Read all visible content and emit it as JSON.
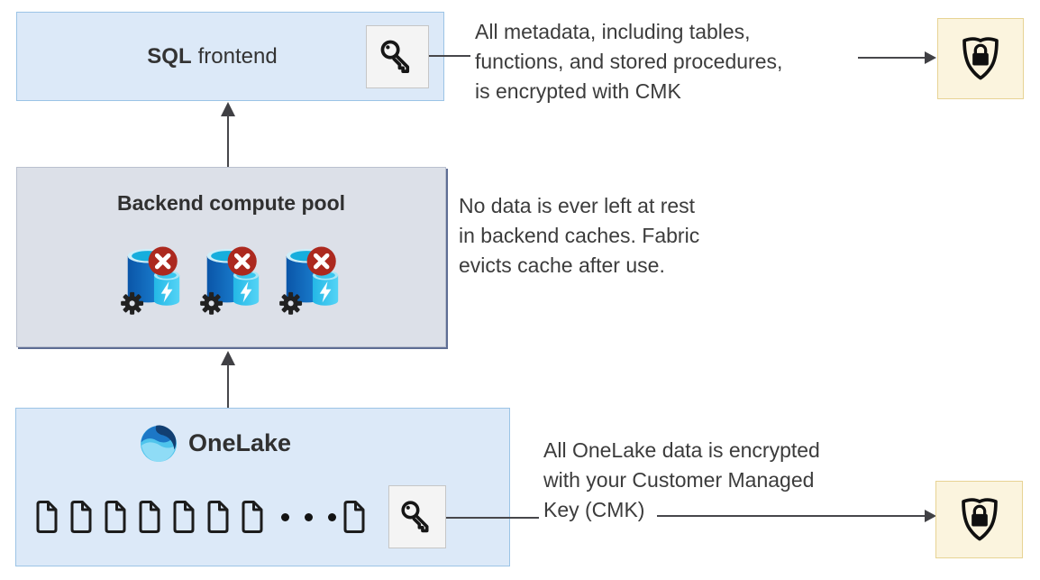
{
  "diagram": {
    "sql_frontend": {
      "title_bold": "SQL",
      "title_rest": "frontend"
    },
    "backend_pool": {
      "title": "Backend compute pool"
    },
    "onelake": {
      "title": "OneLake"
    },
    "annotations": {
      "metadata_cmk": "All metadata, including tables,\nfunctions, and stored procedures,\nis encrypted with CMK",
      "backend_cache": "No data is ever left at rest\nin backend caches. Fabric\nevicts cache after use.",
      "onelake_cmk": "All OneLake data is encrypted\nwith your Customer Managed\nKey (CMK)"
    },
    "icons": {
      "key": "customer-managed-key",
      "shield_lock": "encryption-shield",
      "compute_node": "compute-node-cache-evicted",
      "document": "data-file",
      "onelake_logo": "onelake-logo",
      "ellipsis": "more-files"
    },
    "colors": {
      "box_blue_fill": "#dce9f8",
      "box_blue_border": "#9cc4e6",
      "box_gray_fill": "#dce0e8",
      "box_gray_shadow": "#5e6d94",
      "box_cream_fill": "#fbf4de",
      "box_cream_border": "#e7d394",
      "chip_fill": "#f4f4f4",
      "arrow": "#404044",
      "badge_red": "#ac291f",
      "cylinder_blue": "#0f62b4",
      "cylinder_cyan": "#35c3ec",
      "text": "#3c3c3c"
    }
  }
}
